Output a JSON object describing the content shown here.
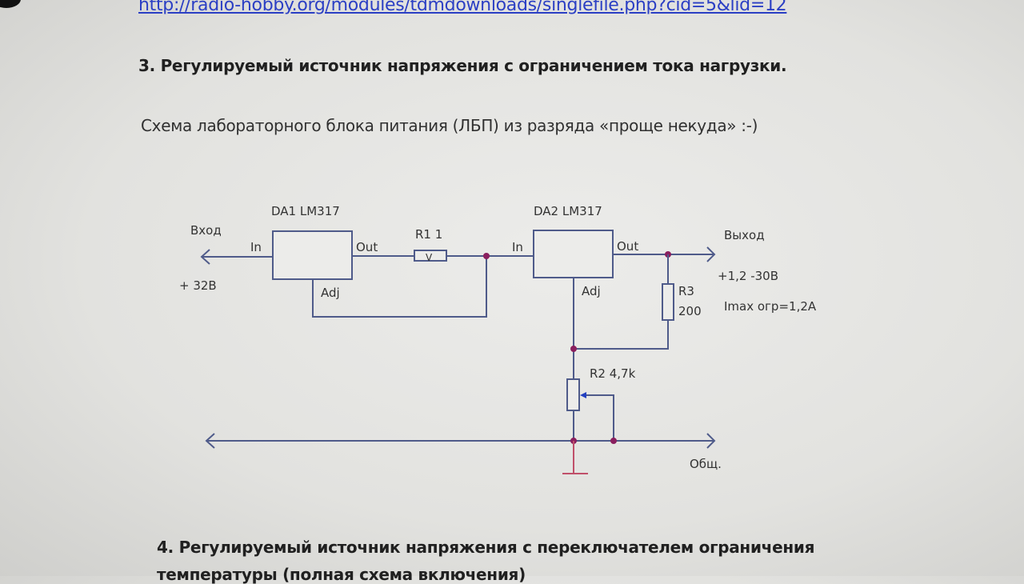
{
  "link": {
    "url": "http://radio-hobby.org/modules/tdmdownloads/singlefile.php?cid=5&lid=12"
  },
  "section3": {
    "heading": "3. Регулируемый источник напряжения с ограничением тока нагрузки.",
    "description": "Схема лабораторного блока питания (ЛБП) из разряда «проще некуда» :-)"
  },
  "schematic": {
    "input_label": "Вход",
    "input_voltage": "+ 32В",
    "da1": {
      "name": "DA1  LM317",
      "pin_in": "In",
      "pin_out": "Out",
      "pin_adj": "Adj"
    },
    "r1": {
      "label": "R1  1",
      "marking": "V"
    },
    "da2": {
      "name": "DA2  LM317",
      "pin_in": "In",
      "pin_out": "Out",
      "pin_adj": "Adj"
    },
    "r3": {
      "name": "R3",
      "value": "200"
    },
    "r2": {
      "label": "R2  4,7k"
    },
    "output_label": "Выход",
    "output_voltage": "+1,2 -30В",
    "current_limit": "Imax огр=1,2А",
    "common_label": "Общ."
  },
  "section4": {
    "heading": "4. Регулируемый источник напряжения с переключателем ограничения",
    "heading_cont": "температуры (полная схема включения)"
  }
}
